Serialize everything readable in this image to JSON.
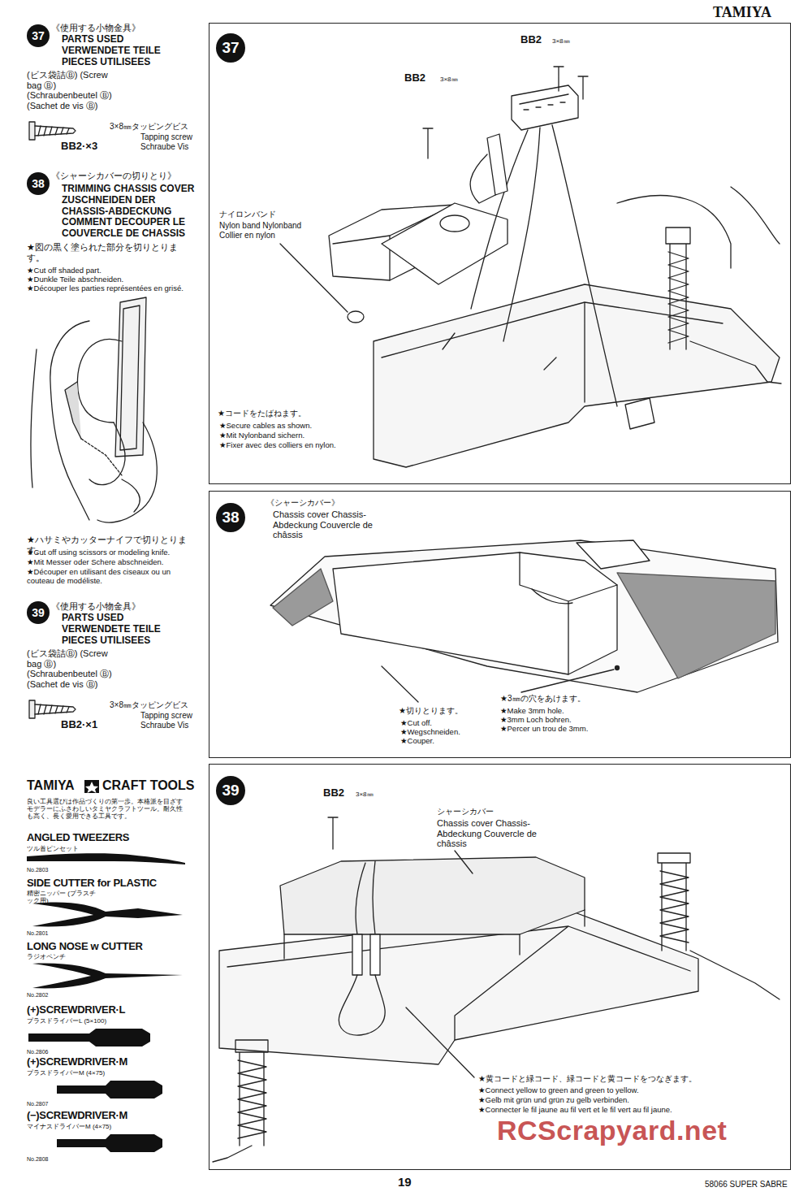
{
  "diagram": {
    "nodes": [
      {
        "text": [
          "37"
        ]
      },
      {
        "text": [
          "38"
        ]
      },
      {
        "text": [
          "39"
        ]
      },
      {
        "text": [
          "BB2",
          "3×8㎜",
          "BB2",
          "3×8㎜",
          "ナイロンバンド",
          "Nylon band Nylonband Collier en nylon",
          "★コードをたばねます。",
          "★Secure cables as shown.",
          "★Mit Nylonband sichern.",
          "★Fixer avec des colliers en nylon."
        ]
      },
      {
        "text": [
          "37"
        ],
        "in": 3
      },
      {
        "text": [
          "《シャーシカバー》",
          "Chassis cover Chassis-Abdeckung Couvercle de châssis",
          "★切りとります。",
          "★Cut off.",
          "★Wegschneiden.",
          "★Couper.",
          "★3㎜の穴をあけます。",
          "★Make 3mm hole.",
          "★3mm Loch bohren.",
          "★Percer un trou de 3mm."
        ]
      },
      {
        "text": [
          "38"
        ],
        "in": 5
      },
      {
        "text": [
          "BB2",
          "3×8㎜",
          "シャーシカバー",
          "Chassis cover Chassis-Abdeckung Couvercle de châssis",
          "★黄コードと緑コード、緑コードと黄コードをつなぎます。",
          "★Connect yellow to green and green to yellow.",
          "★Gelb mit grün und grün zu gelb verbinden.",
          "★Connecter le fil jaune au fil vert et le fil vert au fil jaune."
        ]
      },
      {
        "text": [
          "39"
        ],
        "in": 7
      }
    ],
    "labels": [
      "《使用する小物金具》",
      "PARTS USED VERWENDETE TEILE PIECES UTILISEES",
      "(ビス袋詰Ⓑ) (Screw bag Ⓑ) (Schraubenbeutel Ⓑ) (Sachet de vis Ⓑ)",
      "3×8㎜タッピングビス",
      "Tapping screw Schraube Vis",
      "BB2·×3",
      "《シャーシカバーの切りとり》",
      "TRIMMING CHASSIS COVER ZUSCHNEIDEN DER CHASSIS-ABDECKUNG COMMENT DECOUPER LE COUVERCLE DE CHASSIS",
      "★図の黒く塗られた部分を切りとります。",
      "★Cut off shaded part.",
      "★Dunkle Teile abschneiden.",
      "★Découper les parties représentées en grisé.",
      "★ハサミやカッターナイフで切りとります。",
      "★Cut off using scissors or modeling knife.",
      "★Mit Messer oder Schere abschneiden.",
      "★Découper en utilisant des ciseaux ou un couteau de modéliste.",
      "《使用する小物金具》",
      "PARTS USED VERWENDETE TEILE PIECES UTILISEES",
      "(ビス袋詰Ⓑ) (Screw bag Ⓑ) (Schraubenbeutel Ⓑ) (Sachet de vis Ⓑ)",
      "3×8㎜タッピングビス",
      "Tapping screw Schraube Vis",
      "BB2·×1",
      "TAMIYA",
      "CRAFT TOOLS",
      "良い工具選びは作品づくりの第一歩。本格派を目ざすモデラーにふさわしいタミヤクラフトツール。耐久性も高く、長く愛用できる工具です。",
      "ANGLED TWEEZERS",
      "ツル首ピンセット",
      "No.2803",
      "SIDE CUTTER for PLASTIC",
      "精密ニッパー (プラスチック用)",
      "No.2801",
      "LONG NOSE w CUTTER",
      "ラジオペンチ",
      "No.2802",
      "(+)SCREWDRIVER·L",
      "プラスドライバーL (5×100)",
      "No.2806",
      "(+)SCREWDRIVER·M",
      "プラスドライバーM (4×75)",
      "No.2807",
      "(−)SCREWDRIVER·M",
      "マイナスドライバーM (4×75)",
      "No.2808",
      "TAMIYA",
      "19",
      "58066 SUPER SABRE",
      "RCScrapyard.net"
    ]
  }
}
